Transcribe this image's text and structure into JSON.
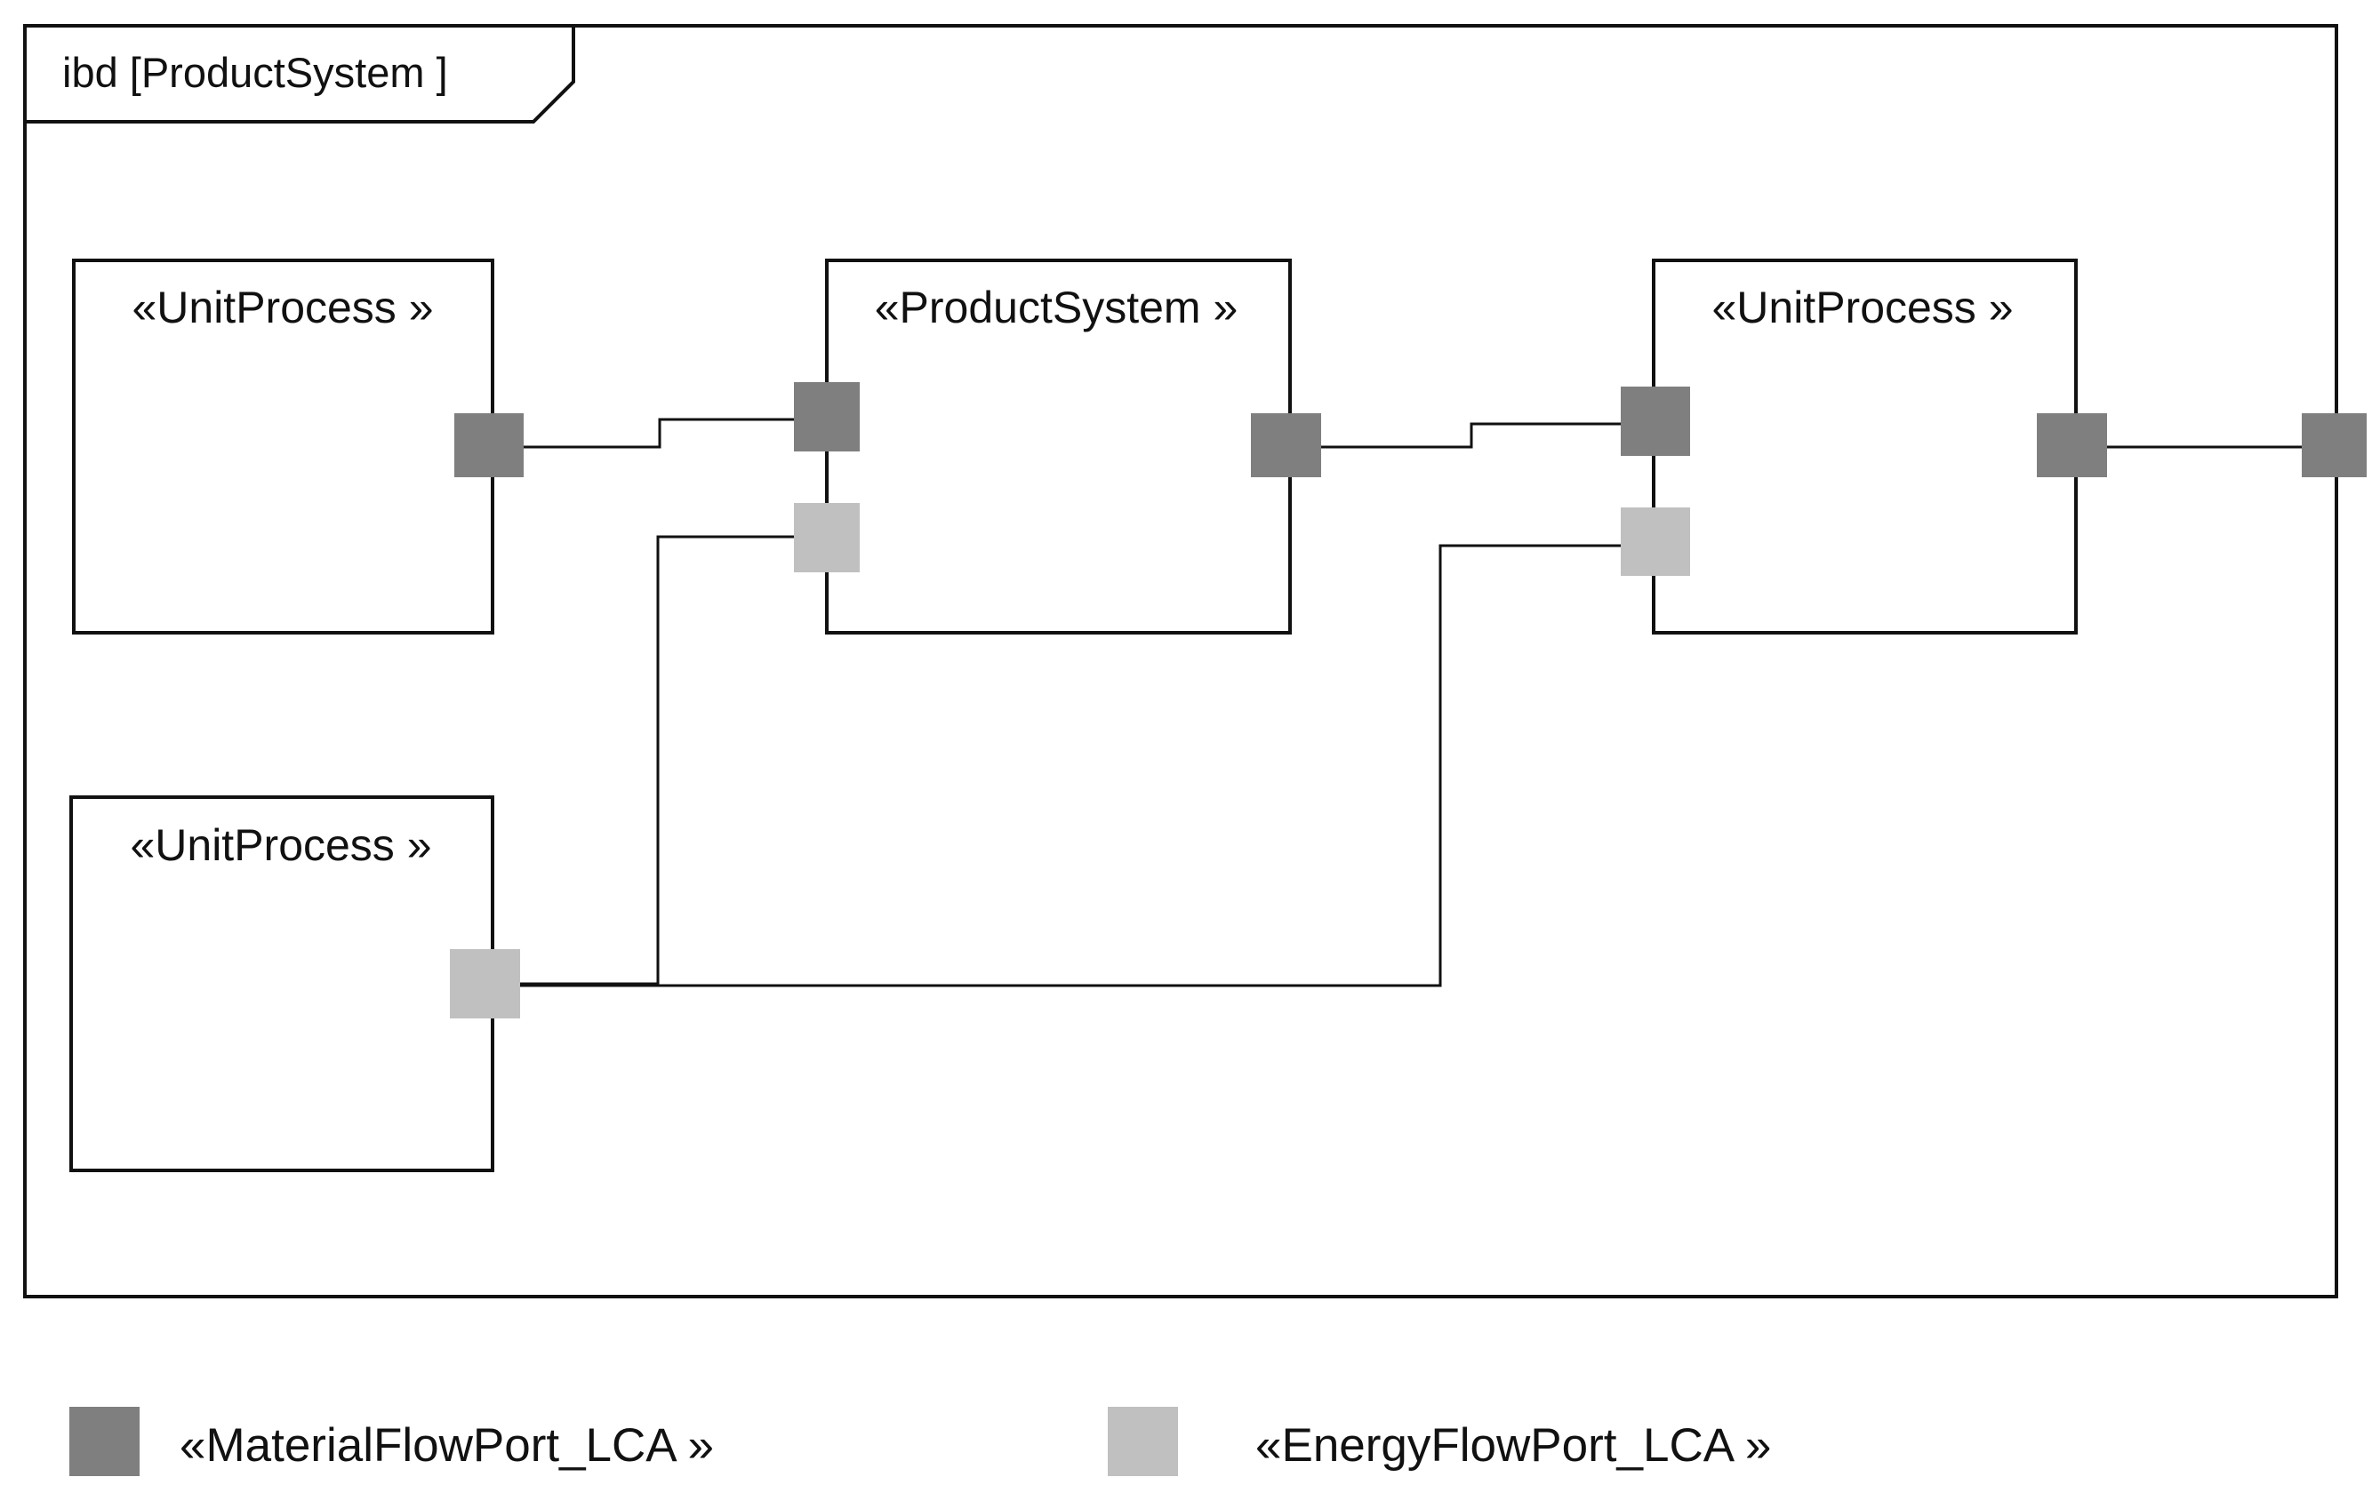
{
  "frame": {
    "title": "ibd [ProductSystem ]"
  },
  "blocks": [
    {
      "id": "up1",
      "stereotype": "«UnitProcess »"
    },
    {
      "id": "ps",
      "stereotype": "«ProductSystem »"
    },
    {
      "id": "up3",
      "stereotype": "«UnitProcess »"
    },
    {
      "id": "up2",
      "stereotype": "«UnitProcess »"
    }
  ],
  "legend": {
    "material": "«MaterialFlowPort_LCA »",
    "energy": "«EnergyFlowPort_LCA »"
  },
  "colors": {
    "material_port": "#7f7f7f",
    "energy_port": "#c0c0c0",
    "line": "#111111"
  }
}
